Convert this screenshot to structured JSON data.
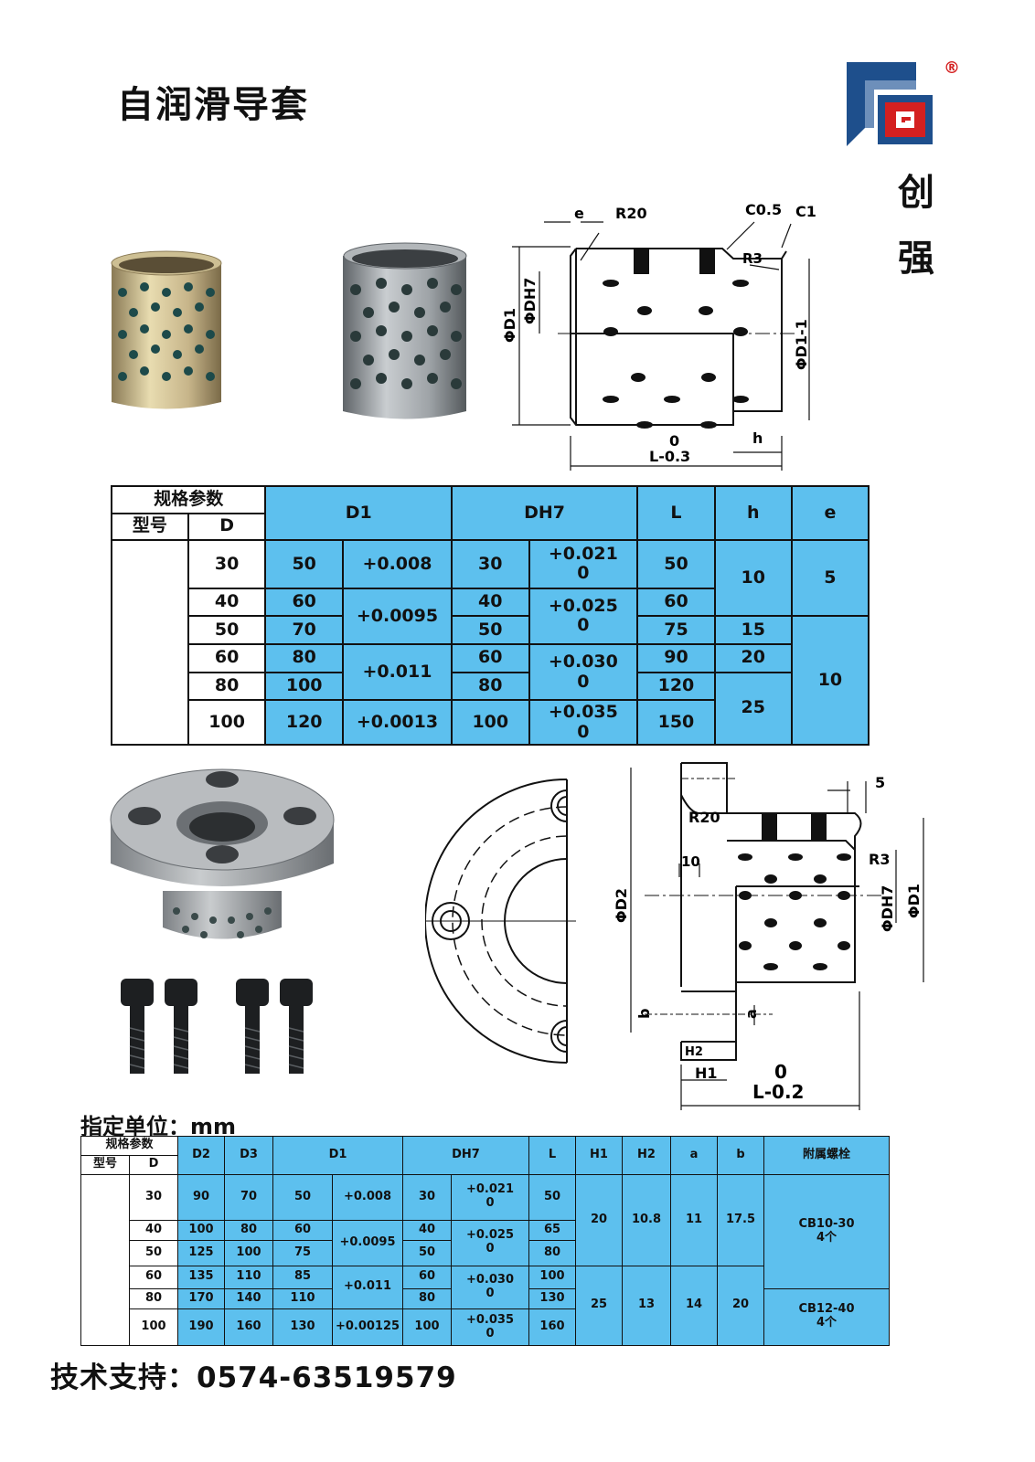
{
  "header": {
    "title": "自润滑导套",
    "brand_chars": [
      "创",
      "强"
    ],
    "registered_mark": "®"
  },
  "drawing1": {
    "labels": {
      "e": "e",
      "r20": "R20",
      "c05": "C0.5",
      "c1": "C1",
      "r3": "R3",
      "phi_d1": "ΦD1",
      "phi_dh7": "ΦDH7",
      "phi_d1_1": "ΦD1-1",
      "tol_0": "0",
      "l_tol": "L-0.3",
      "h": "h"
    }
  },
  "table1": {
    "header": {
      "spec": "规格参数",
      "model": "型号",
      "d": "D",
      "d1": "D1",
      "dh7": "DH7",
      "l": "L",
      "h": "h",
      "e": "e"
    },
    "rows": [
      {
        "d": "30",
        "d1": "50",
        "d1_tol": "+0.008",
        "dh7": "30",
        "dh7_tol": [
          "+0.021",
          "0"
        ],
        "l": "50",
        "h": "10",
        "e": "5"
      },
      {
        "d": "40",
        "d1": "60",
        "d1_tol": "+0.0095",
        "dh7": "40",
        "dh7_tol": [
          "+0.025",
          "0"
        ],
        "l": "60"
      },
      {
        "d": "50",
        "d1": "70",
        "dh7": "50",
        "l": "75",
        "h": "15",
        "e": "10"
      },
      {
        "d": "60",
        "d1": "80",
        "d1_tol": "+0.011",
        "dh7": "60",
        "dh7_tol": [
          "+0.030",
          "0"
        ],
        "l": "90",
        "h": "20"
      },
      {
        "d": "80",
        "d1": "100",
        "dh7": "80",
        "l": "120",
        "h": "25"
      },
      {
        "d": "100",
        "d1": "120",
        "d1_tol": "+0.0013",
        "dh7": "100",
        "dh7_tol": [
          "+0.035",
          "0"
        ],
        "l": "150"
      }
    ]
  },
  "drawing2": {
    "labels": {
      "five": "5",
      "r20": "R20",
      "ten": "10",
      "r3": "R3",
      "phi_d2": "ΦD2",
      "phi_dh7": "ΦDH7",
      "phi_d1": "ΦD1",
      "b": "b",
      "a": "a",
      "h2": "H2",
      "h1": "H1",
      "tol_0": "0",
      "l_tol": "L-0.2"
    }
  },
  "unit_note": "指定单位：mm",
  "table2": {
    "header": {
      "spec": "规格参数",
      "model": "型号",
      "d": "D",
      "d2": "D2",
      "d3": "D3",
      "d1": "D1",
      "dh7": "DH7",
      "l": "L",
      "h1": "H1",
      "h2": "H2",
      "a": "a",
      "b": "b",
      "bolt": "附属螺栓"
    },
    "rows": [
      {
        "d": "30",
        "d2": "90",
        "d3": "70",
        "d1": "50",
        "d1_tol": "+0.008",
        "dh7": "30",
        "dh7_tol": [
          "+0.021",
          "0"
        ],
        "l": "50",
        "h1": "20",
        "h2": "10.8",
        "a": "11",
        "b": "17.5",
        "bolt": [
          "CB10-30",
          "4个"
        ]
      },
      {
        "d": "40",
        "d2": "100",
        "d3": "80",
        "d1": "60",
        "d1_tol": "+0.0095",
        "dh7": "40",
        "dh7_tol": [
          "+0.025",
          "0"
        ],
        "l": "65"
      },
      {
        "d": "50",
        "d2": "125",
        "d3": "100",
        "d1": "75",
        "dh7": "50",
        "l": "80"
      },
      {
        "d": "60",
        "d2": "135",
        "d3": "110",
        "d1": "85",
        "d1_tol": "+0.011",
        "dh7": "60",
        "dh7_tol": [
          "+0.030",
          "0"
        ],
        "l": "100",
        "h1": "25",
        "h2": "13",
        "a": "14",
        "b": "20",
        "bolt": [
          "CB12-40",
          "4个"
        ]
      },
      {
        "d": "80",
        "d2": "170",
        "d3": "140",
        "d1": "110",
        "dh7": "80",
        "l": "130"
      },
      {
        "d": "100",
        "d2": "190",
        "d3": "160",
        "d1": "130",
        "d1_tol": "+0.00125",
        "dh7": "100",
        "dh7_tol": [
          "+0.035",
          "0"
        ],
        "l": "160"
      }
    ]
  },
  "footer": {
    "support": "技术支持：0574-63519579"
  },
  "colors": {
    "table_blue": "#5dc0ee",
    "logo_blue": "#1e4f8c",
    "logo_red": "#d42020"
  }
}
